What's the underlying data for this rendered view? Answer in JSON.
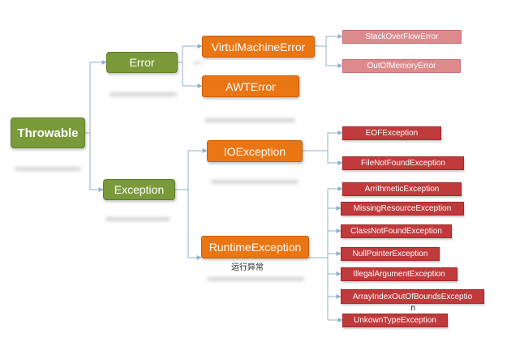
{
  "nodes": {
    "throwable": "Throwable",
    "error": "Error",
    "exception": "Exception",
    "virtual_machine_error": "VirtulMachineError",
    "awt_error": "AWTError",
    "io_exception": "IOException",
    "runtime_exception": "RuntimeException",
    "stack_overflow_error": "StackOverFlowError",
    "out_of_memory_error": "OutOfMemoryError",
    "eof_exception": "EOFException",
    "file_not_found_exception": "FileNotFoundException",
    "arithmetic_exception": "ArrithmeticException",
    "missing_resource_exception": "MissingResourceException",
    "class_not_found_exception": "ClassNotFoundException",
    "null_pointer_exception": "NullPointerException",
    "illegal_argument_exception": "IllegalArgumentException",
    "array_index_exception": "ArrayIndexOutOfBoundsExceptio",
    "array_index_exception_wrap": "n",
    "unknown_type_exception": "UnkownTypeException"
  },
  "notes": {
    "runtime_note": "运行异常"
  },
  "colors": {
    "root_and_level1": "#7a9a3a",
    "level2": "#ea7513",
    "error_leaves": "#dd8a8c",
    "exception_leaves": "#c0393b",
    "connector": "#8fb0c4"
  }
}
